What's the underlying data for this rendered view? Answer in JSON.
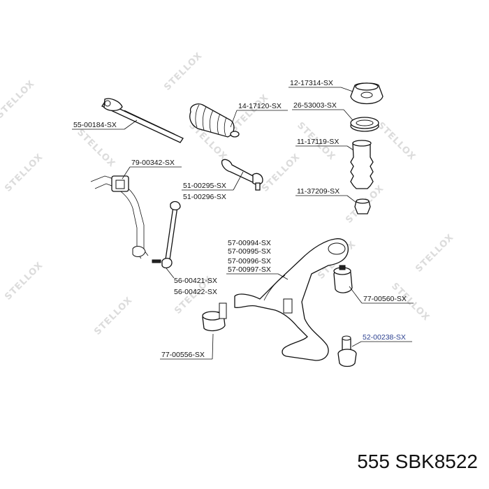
{
  "watermark": "STELLOX",
  "callouts": {
    "c1": "12-17314-SX",
    "c2": "14-17120-SX",
    "c3": "26-53003-SX",
    "c4": "55-00184-SX",
    "c5": "11-17119-SX",
    "c6": "79-00342-SX",
    "c7": "51-00295-SX",
    "c8": "51-00296-SX",
    "c9": "11-37209-SX",
    "c10": "57-00994-SX",
    "c11": "57-00995-SX",
    "c12": "57-00996-SX",
    "c13": "57-00997-SX",
    "c14": "56-00421-SX",
    "c15": "56-00422-SX",
    "c16": "77-00560-SX",
    "c17": "52-00238-SX",
    "c18": "77-00556-SX"
  },
  "footer": {
    "code": "555  SBK8522"
  }
}
